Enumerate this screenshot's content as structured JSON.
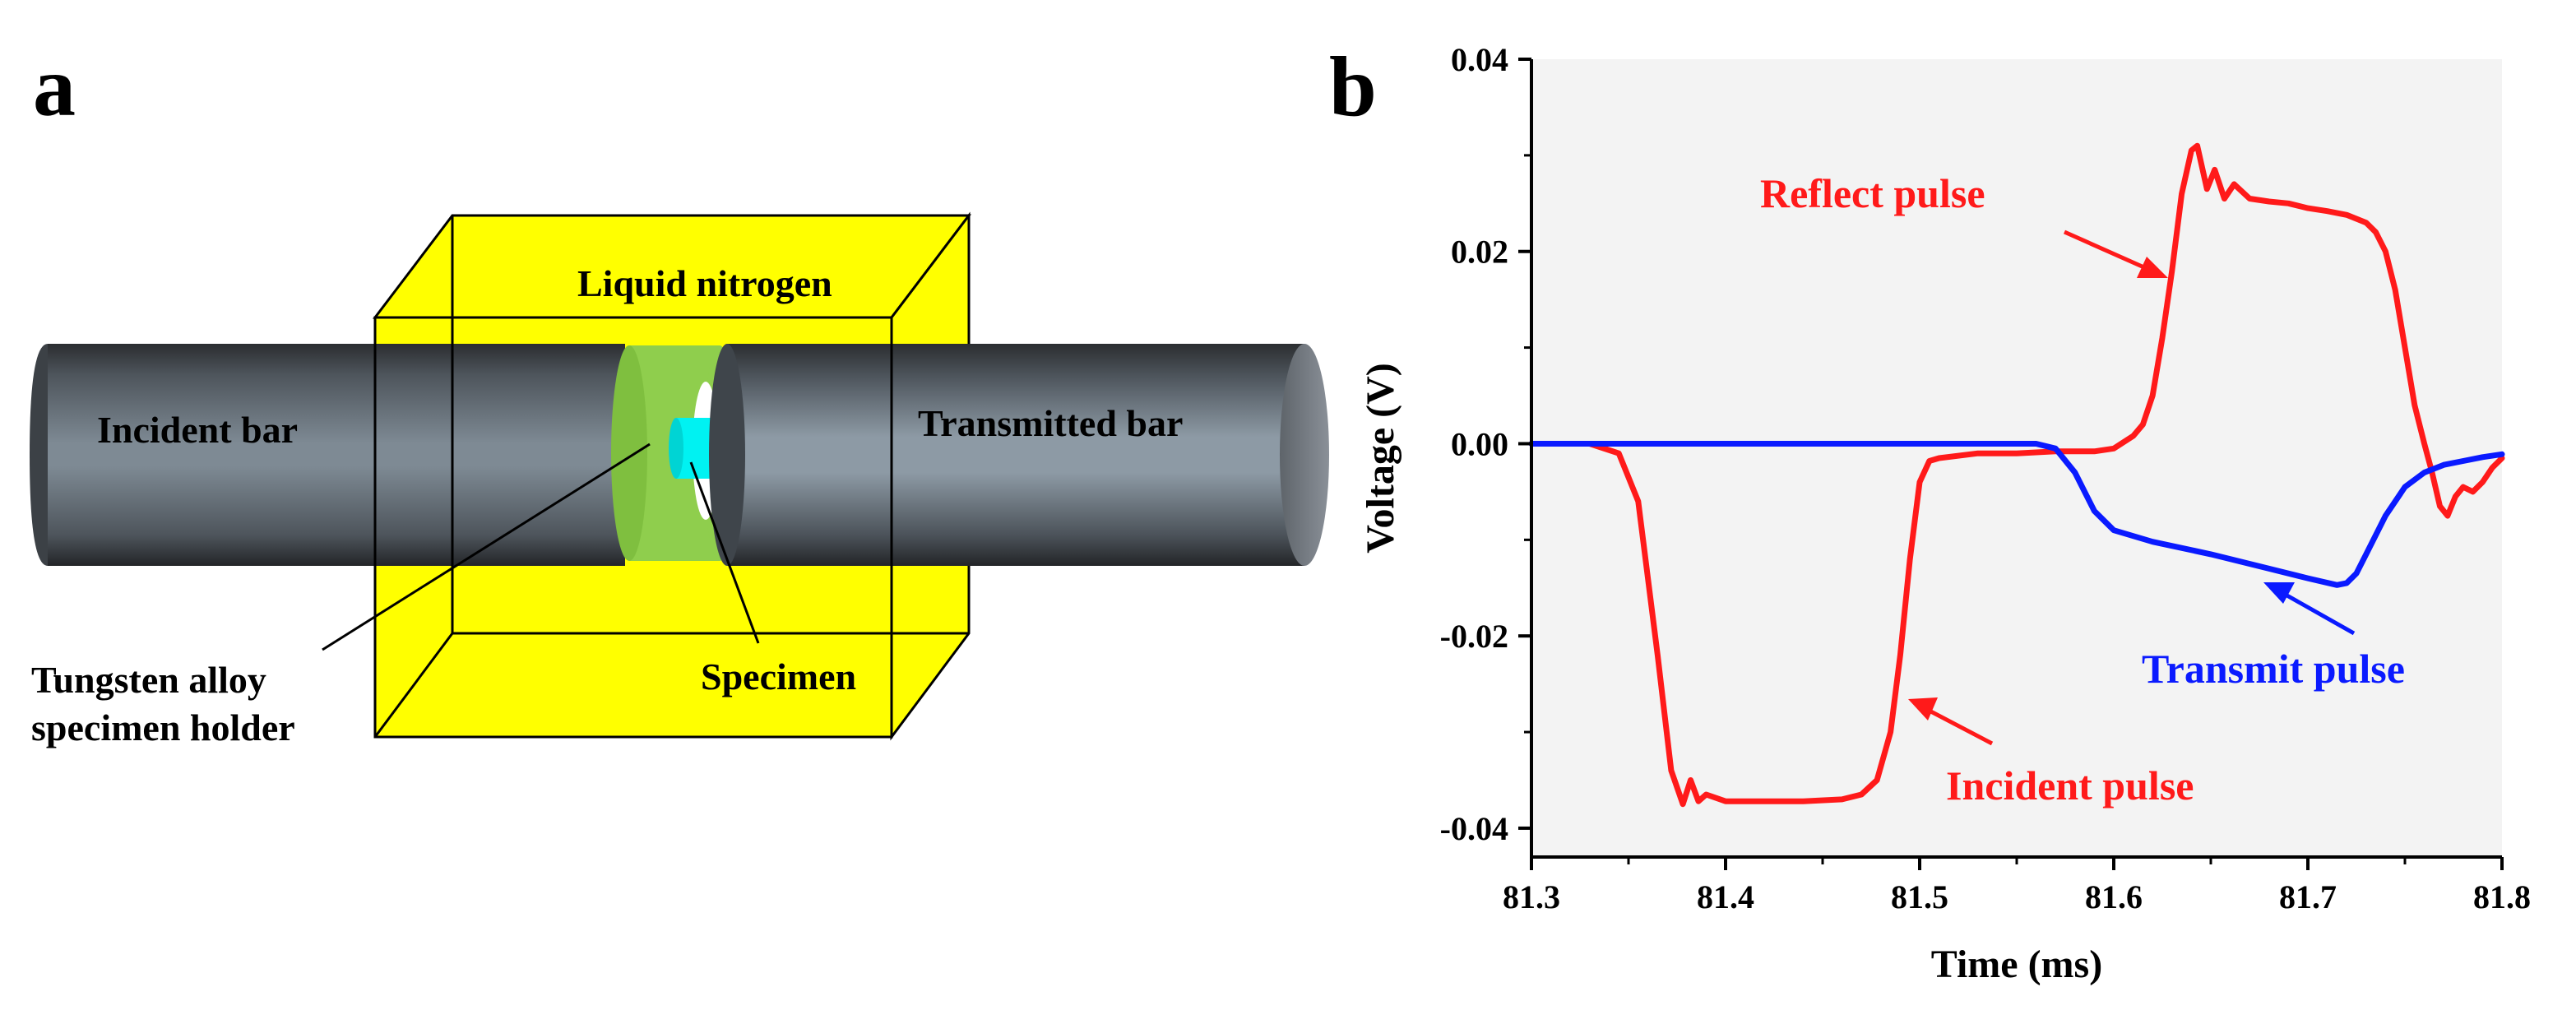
{
  "panel_a": {
    "letter": "a",
    "labels": {
      "liquid_nitrogen": "Liquid nitrogen",
      "incident_bar": "Incident bar",
      "transmitted_bar": "Transmitted bar",
      "holder_line1": "Tungsten alloy",
      "holder_line2": "specimen holder",
      "specimen": "Specimen"
    },
    "colors": {
      "box": "#ffff00",
      "bar_light": "#8d9aa5",
      "bar_dark": "#26292c",
      "holder": "#8fce4d",
      "specimen": "#00f2f2"
    }
  },
  "panel_b": {
    "letter": "b",
    "annotations": {
      "reflect": "Reflect pulse",
      "incident": "Incident pulse",
      "transmit": "Transmit pulse"
    },
    "colors": {
      "red": "#ff1a1a",
      "blue": "#0a1aff"
    }
  },
  "chart_data": {
    "type": "line",
    "xlabel": "Time (ms)",
    "ylabel": "Voltage (V)",
    "xlim": [
      81.3,
      81.8
    ],
    "ylim": [
      -0.043,
      0.04
    ],
    "xticks": [
      81.3,
      81.4,
      81.5,
      81.6,
      81.7,
      81.8
    ],
    "xtick_labels": [
      "81.3",
      "81.4",
      "81.5",
      "81.6",
      "81.7",
      "81.8"
    ],
    "yticks": [
      -0.04,
      -0.02,
      0.0,
      0.02,
      0.04
    ],
    "ytick_labels": [
      "-0.04",
      "-0.02",
      "0.00",
      "0.02",
      "0.04"
    ],
    "grid": false,
    "series": [
      {
        "color": "#ff1a1a",
        "x": [
          81.3,
          81.33,
          81.345,
          81.355,
          81.365,
          81.372,
          81.378,
          81.382,
          81.386,
          81.39,
          81.4,
          81.42,
          81.44,
          81.46,
          81.47,
          81.478,
          81.485,
          81.49,
          81.495,
          81.5,
          81.505,
          81.51,
          81.53,
          81.55,
          81.57,
          81.59,
          81.6,
          81.61,
          81.615,
          81.62,
          81.625,
          81.63,
          81.635,
          81.64,
          81.643,
          81.648,
          81.652,
          81.657,
          81.662,
          81.67,
          81.68,
          81.69,
          81.7,
          81.71,
          81.72,
          81.73,
          81.735,
          81.74,
          81.745,
          81.75,
          81.755,
          81.76,
          81.764,
          81.768,
          81.772,
          81.776,
          81.78,
          81.785,
          81.79,
          81.795,
          81.8
        ],
        "y": [
          0.0,
          0.0,
          -0.001,
          -0.006,
          -0.022,
          -0.034,
          -0.0375,
          -0.035,
          -0.0372,
          -0.0365,
          -0.0372,
          -0.0372,
          -0.0372,
          -0.037,
          -0.0365,
          -0.035,
          -0.03,
          -0.022,
          -0.012,
          -0.004,
          -0.0018,
          -0.0015,
          -0.001,
          -0.001,
          -0.0008,
          -0.0008,
          -0.0005,
          0.0008,
          0.002,
          0.005,
          0.011,
          0.018,
          0.026,
          0.0305,
          0.031,
          0.0265,
          0.0285,
          0.0255,
          0.027,
          0.0255,
          0.0252,
          0.025,
          0.0245,
          0.0242,
          0.0238,
          0.023,
          0.022,
          0.02,
          0.016,
          0.01,
          0.004,
          0.0,
          -0.003,
          -0.0065,
          -0.0075,
          -0.0055,
          -0.0045,
          -0.005,
          -0.004,
          -0.0025,
          -0.0015
        ]
      },
      {
        "color": "#0a1aff",
        "x": [
          81.3,
          81.4,
          81.5,
          81.56,
          81.57,
          81.58,
          81.59,
          81.6,
          81.62,
          81.65,
          81.68,
          81.7,
          81.715,
          81.72,
          81.725,
          81.73,
          81.74,
          81.75,
          81.76,
          81.77,
          81.78,
          81.79,
          81.8
        ],
        "y": [
          0.0,
          0.0,
          0.0,
          0.0,
          -0.0005,
          -0.003,
          -0.007,
          -0.009,
          -0.0102,
          -0.0115,
          -0.013,
          -0.014,
          -0.0147,
          -0.0145,
          -0.0135,
          -0.0115,
          -0.0075,
          -0.0045,
          -0.003,
          -0.0022,
          -0.0018,
          -0.0014,
          -0.0011
        ]
      }
    ]
  }
}
